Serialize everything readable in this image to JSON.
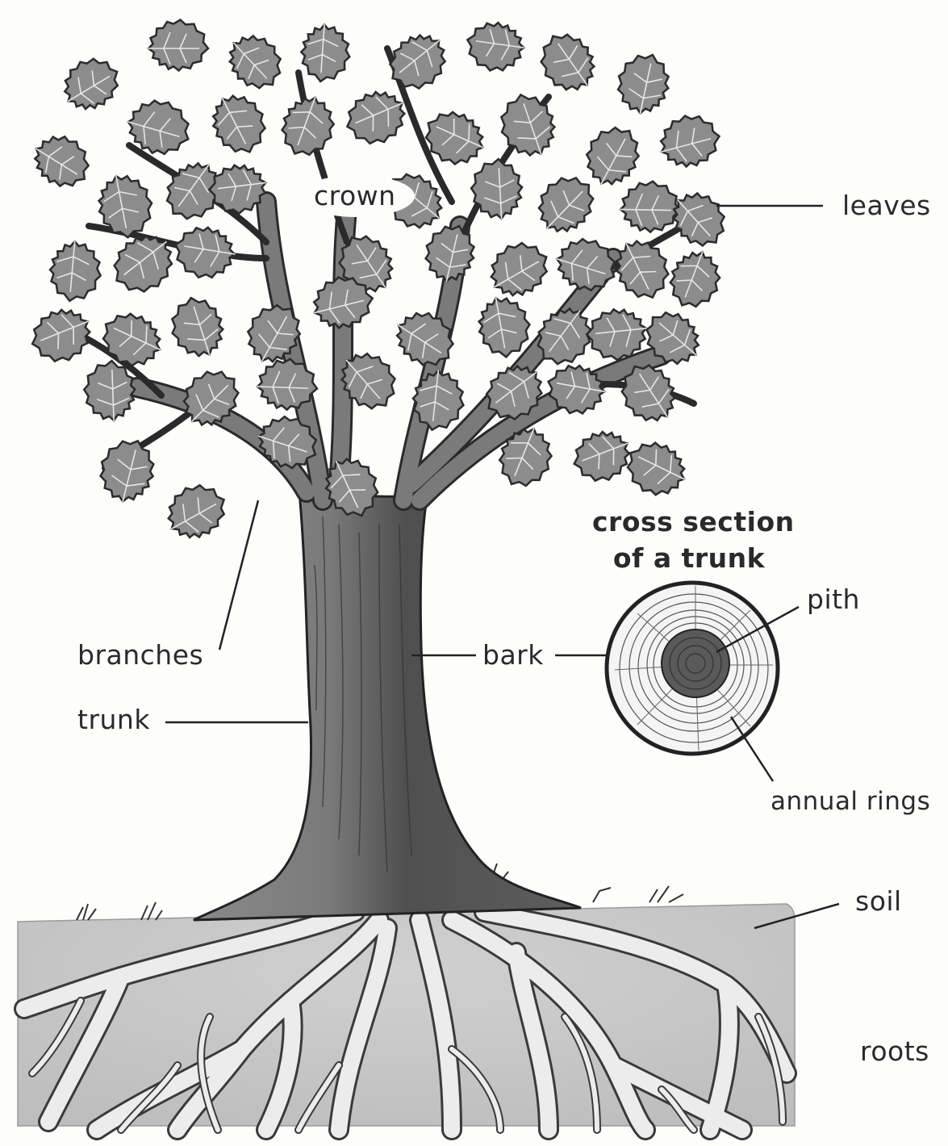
{
  "labels": {
    "crown": "crown",
    "leaves": "leaves",
    "cross_section_line1": "cross section",
    "cross_section_line2": "of a trunk",
    "pith": "pith",
    "branches": "branches",
    "bark": "bark",
    "trunk": "trunk",
    "annual_rings": "annual rings",
    "soil": "soil",
    "roots": "roots"
  },
  "colors": {
    "leaf_fill": "#8c8c8c",
    "leaf_stroke": "#2b2b2b",
    "trunk_fill": "#6e6e6e",
    "trunk_shadow": "#4e4e4e",
    "soil_fill": "#c8c8c8",
    "root_fill": "#ececec",
    "ring_fill": "#f4f4f4",
    "pith_fill": "#555555",
    "line": "#222222"
  }
}
